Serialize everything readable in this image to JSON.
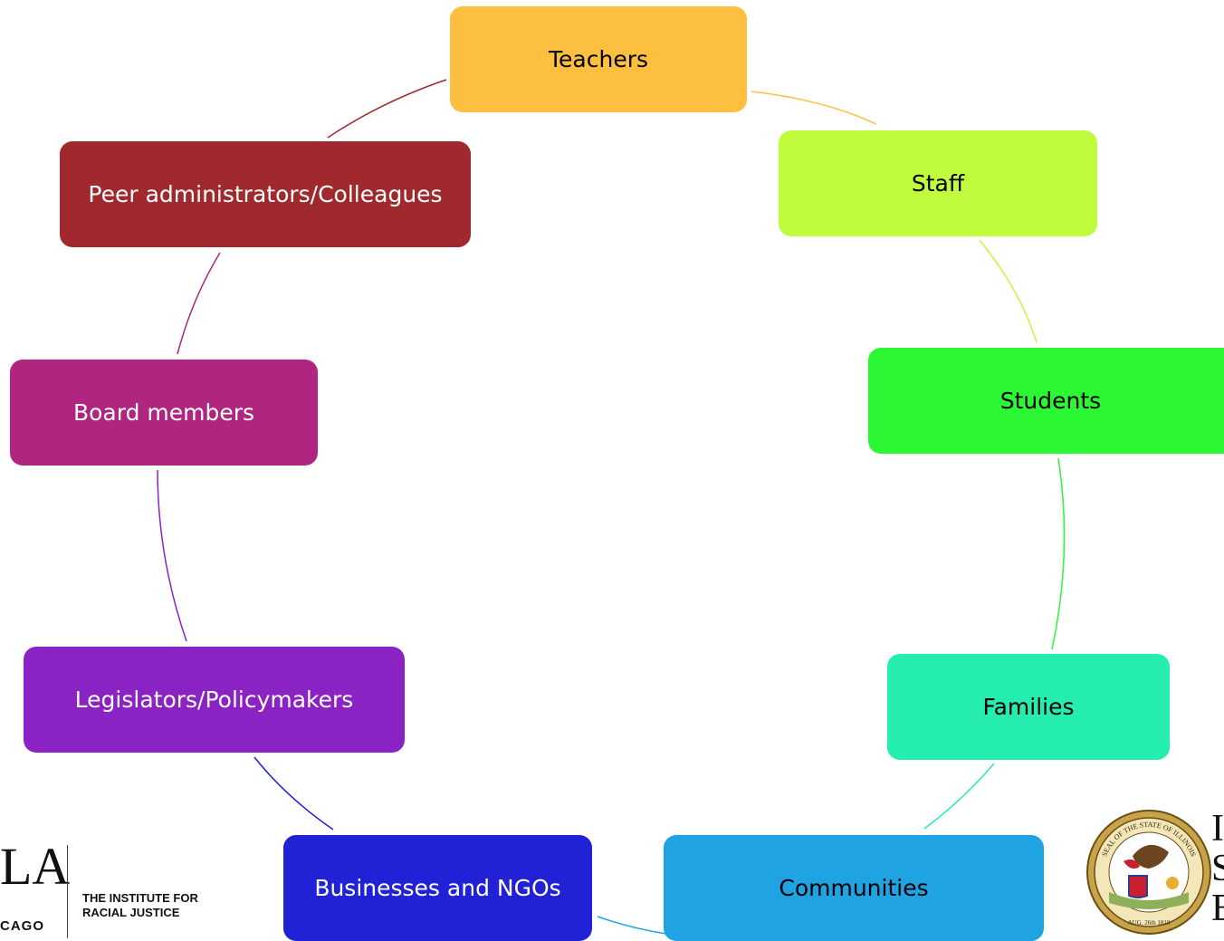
{
  "diagram": {
    "nodes": [
      {
        "id": "teachers",
        "label": "Teachers",
        "color": "#FDBF40",
        "text_color": "#000000"
      },
      {
        "id": "staff",
        "label": "Staff",
        "color": "#C0FC3D",
        "text_color": "#000000"
      },
      {
        "id": "students",
        "label": "Students",
        "color": "#2CF734",
        "text_color": "#000000"
      },
      {
        "id": "families",
        "label": "Families",
        "color": "#25EDAF",
        "text_color": "#000000"
      },
      {
        "id": "communities",
        "label": "Communities",
        "color": "#20A3E2",
        "text_color": "#000000"
      },
      {
        "id": "businesses",
        "label": "Businesses and NGOs",
        "color": "#2121D6",
        "text_color": "#FFFFFF"
      },
      {
        "id": "legislators",
        "label": "Legislators/Policymakers",
        "color": "#8B22C4",
        "text_color": "#FFFFFF"
      },
      {
        "id": "board",
        "label": "Board members",
        "color": "#AF2580",
        "text_color": "#FFFFFF"
      },
      {
        "id": "peer",
        "label": "Peer administrators/Colleagues",
        "color": "#A0292D",
        "text_color": "#FFFFFF"
      }
    ],
    "connectors": [
      {
        "from": "teachers",
        "to": "staff",
        "color": "#FDBF40"
      },
      {
        "from": "staff",
        "to": "students",
        "color": "#C0FC3D"
      },
      {
        "from": "students",
        "to": "families",
        "color": "#2CF734"
      },
      {
        "from": "families",
        "to": "communities",
        "color": "#25EDAF"
      },
      {
        "from": "communities",
        "to": "businesses",
        "color": "#20A3E2"
      },
      {
        "from": "businesses",
        "to": "legislators",
        "color": "#2121D6"
      },
      {
        "from": "legislators",
        "to": "board",
        "color": "#8B22C4"
      },
      {
        "from": "board",
        "to": "peer",
        "color": "#AF2580"
      },
      {
        "from": "peer",
        "to": "teachers",
        "color": "#A0292D"
      }
    ]
  },
  "logos": {
    "left": {
      "mark_text": "LA",
      "mark_subtext": "CAGO",
      "institute_line1": "THE INSTITUTE FOR",
      "institute_line2": "RACIAL JUSTICE"
    },
    "right": {
      "seal_text": "SEAL OF THE STATE OF ILLINOIS",
      "seal_date": "AUG. 26th 1818",
      "letters": [
        "I",
        "S",
        "E"
      ]
    }
  }
}
